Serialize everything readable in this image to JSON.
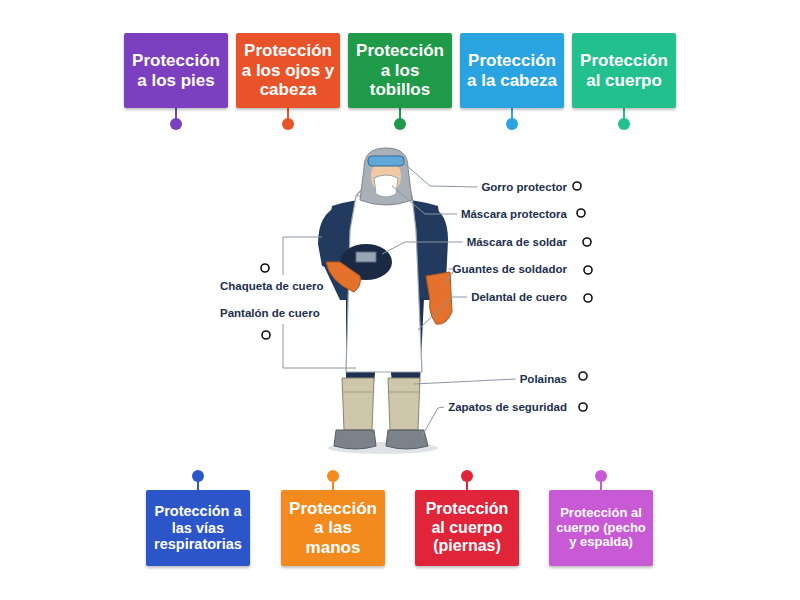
{
  "diagram": {
    "nodes": [
      {
        "text": [
          "Protección a los pies"
        ]
      },
      {
        "text": [
          "Protección a los ojos y cabeza"
        ]
      },
      {
        "text": [
          "Protección a los tobillos"
        ]
      },
      {
        "text": [
          "Protección a la cabeza"
        ]
      },
      {
        "text": [
          "Protección al cuerpo"
        ]
      },
      {
        "text": [
          "Protección a las vías respiratorias"
        ]
      },
      {
        "text": [
          "Protección a las manos"
        ]
      },
      {
        "text": [
          "Protección al cuerpo (piernas)"
        ]
      },
      {
        "text": [
          "Protección al cuerpo (pecho y espalda)"
        ]
      }
    ],
    "labels": [
      "Gorro protector",
      "Máscara protectora",
      "Máscara de soldar",
      "Guantes de soldador",
      "Chaqueta de cuero",
      "Delantal de cuero",
      "Pantalón de cuero",
      "Polainas",
      "Zapatos de seguridad"
    ]
  }
}
